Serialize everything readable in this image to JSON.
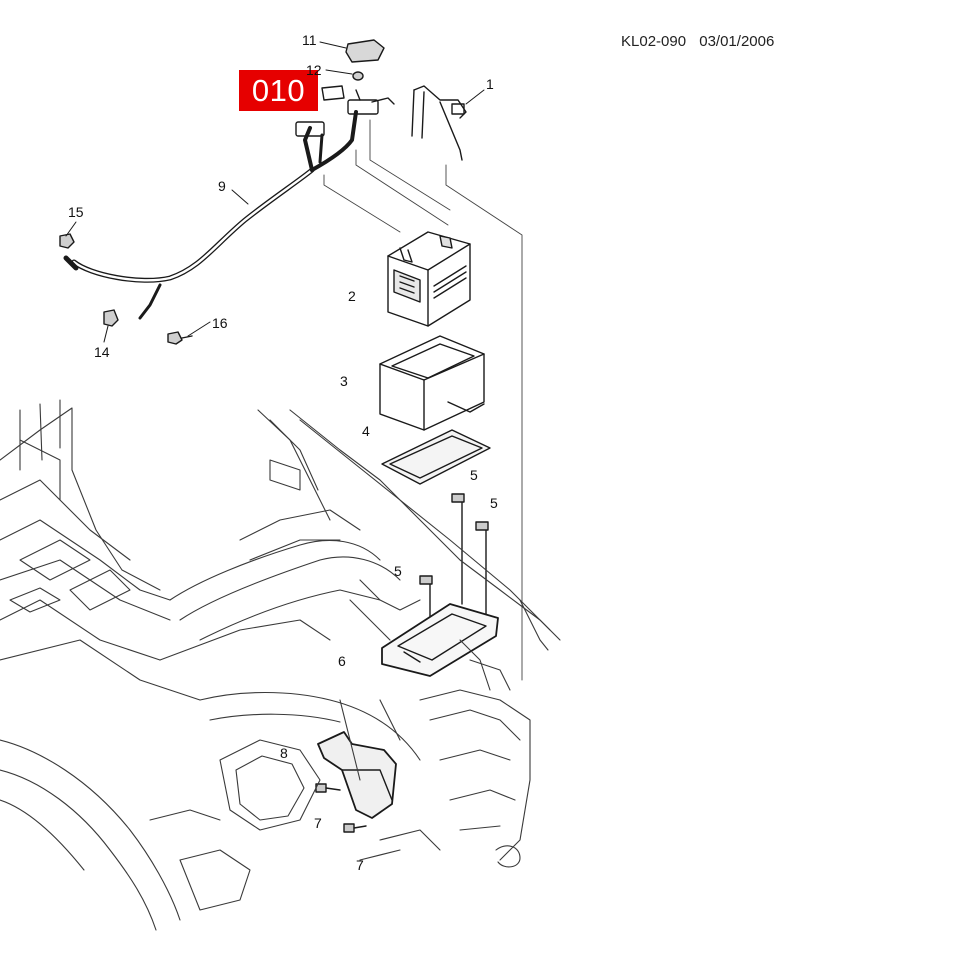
{
  "header": {
    "document_code": "KL02-090",
    "document_date": "03/01/2006"
  },
  "badge": {
    "label": "010",
    "color": "#e60000"
  },
  "callouts": [
    {
      "id": "c1",
      "text": "1"
    },
    {
      "id": "c2",
      "text": "2"
    },
    {
      "id": "c3",
      "text": "3"
    },
    {
      "id": "c4",
      "text": "4"
    },
    {
      "id": "c5a",
      "text": "5"
    },
    {
      "id": "c5b",
      "text": "5"
    },
    {
      "id": "c5c",
      "text": "5"
    },
    {
      "id": "c6",
      "text": "6"
    },
    {
      "id": "c7a",
      "text": "7"
    },
    {
      "id": "c7b",
      "text": "7"
    },
    {
      "id": "c8",
      "text": "8"
    },
    {
      "id": "c9",
      "text": "9"
    },
    {
      "id": "c11",
      "text": "11"
    },
    {
      "id": "c12",
      "text": "12"
    },
    {
      "id": "c14",
      "text": "14"
    },
    {
      "id": "c15",
      "text": "15"
    },
    {
      "id": "c16",
      "text": "16"
    }
  ]
}
